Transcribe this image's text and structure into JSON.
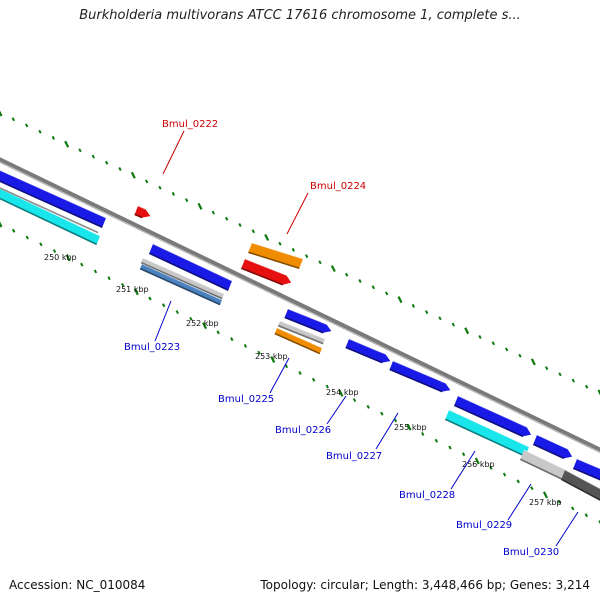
{
  "title": "Burkholderia multivorans ATCC 17616 chromosome 1, complete s...",
  "footer": {
    "accession": "Accession: NC_010084",
    "topology": "Topology: circular; Length: 3,448,466 bp; Genes: 3,214"
  },
  "colors": {
    "backbone": "#7a7a7a",
    "tick": "#0d7a0d",
    "forward_cds": "#1a1ae6",
    "reverse_cds": "#18e6ea",
    "trna": "#e61010",
    "rrna": "#f08c00",
    "pseudo_light": "#c8c8c8",
    "pseudo_dark": "#555555",
    "steel": "#4a82c0",
    "label_forward": "#cc0000",
    "label_reverse": "#0000cc"
  },
  "scale": {
    "tick_labels": [
      "250 kbp",
      "251 kbp",
      "252 kbp",
      "253 kbp",
      "254 kbp",
      "255 kbp",
      "256 kbp",
      "257 kbp"
    ]
  },
  "genes": [
    {
      "label": "Bmul_0222",
      "type": "trna",
      "strand": "forward"
    },
    {
      "label": "Bmul_0223",
      "type": "reverse_cds",
      "strand": "reverse"
    },
    {
      "label": "Bmul_0224",
      "type": "rrna",
      "strand": "forward"
    },
    {
      "label": "Bmul_0225",
      "type": "rrna",
      "strand": "reverse"
    },
    {
      "label": "Bmul_0226",
      "type": "forward_cds",
      "strand": "reverse"
    },
    {
      "label": "Bmul_0227",
      "type": "forward_cds",
      "strand": "reverse"
    },
    {
      "label": "Bmul_0228",
      "type": "reverse_cds",
      "strand": "reverse"
    },
    {
      "label": "Bmul_0229",
      "type": "pseudo_light",
      "strand": "reverse"
    },
    {
      "label": "Bmul_0230",
      "type": "pseudo_dark",
      "strand": "reverse"
    }
  ]
}
